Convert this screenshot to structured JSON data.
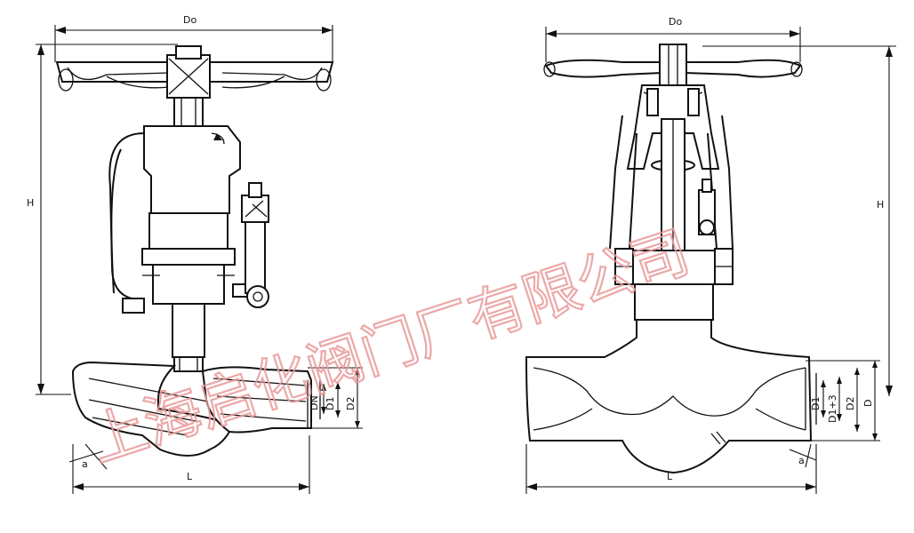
{
  "left_view": {
    "width_label": "Do",
    "height_label": "H",
    "length_label": "L",
    "angle_label": "a",
    "bore_labels": [
      "DN",
      "D1",
      "D2"
    ]
  },
  "right_view": {
    "width_label": "Do",
    "height_label": "H",
    "length_label": "L",
    "angle_label": "a",
    "bore_labels": [
      "D1",
      "D1+3",
      "D2",
      "D"
    ]
  },
  "watermark": {
    "text": "上海启化阀门厂有限公司",
    "color": "#e99a9a"
  }
}
